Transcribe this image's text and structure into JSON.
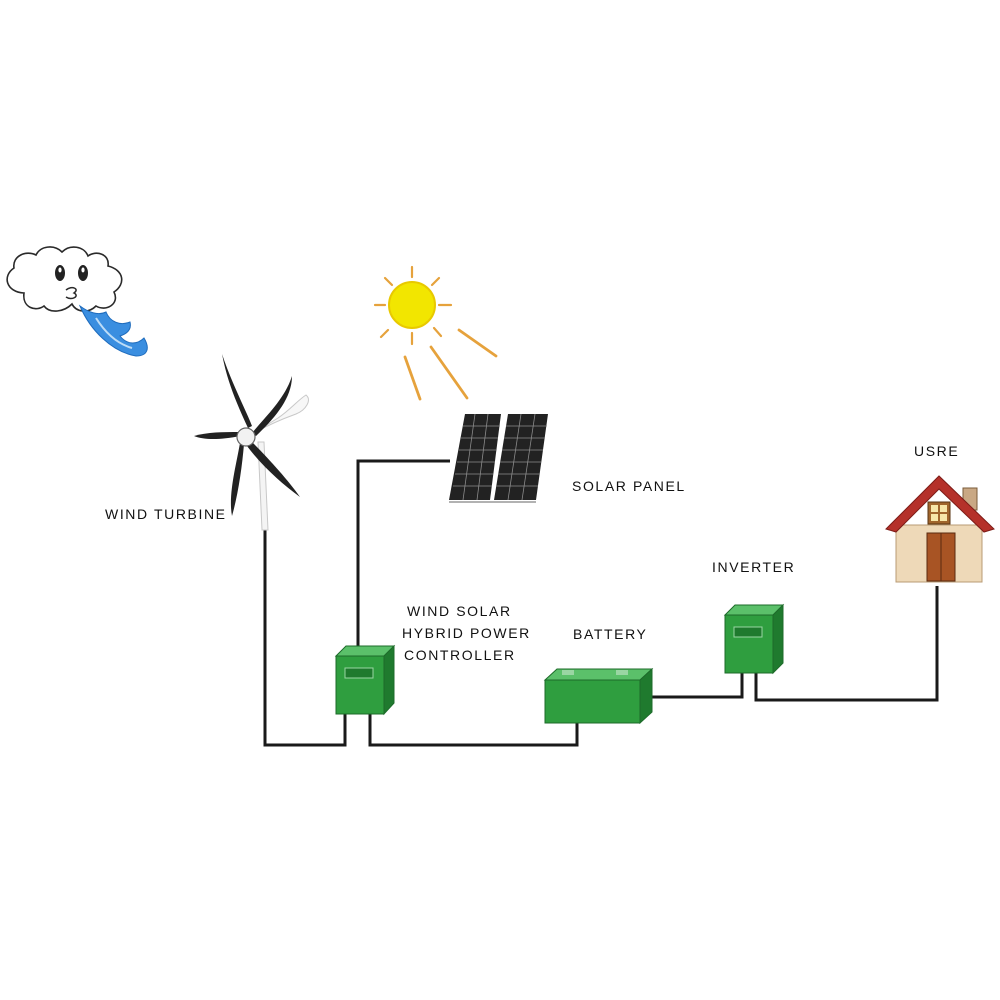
{
  "labels": {
    "wind_turbine": "WIND TURBINE",
    "solar_panel": "SOLAR PANEL",
    "controller_line1": "WIND SOLAR",
    "controller_line2": "HYBRID POWER",
    "controller_line3": "CONTROLLER",
    "battery": "BATTERY",
    "inverter": "INVERTER",
    "user": "USRE"
  },
  "icons": [
    "wind-cloud-icon",
    "sun-icon",
    "wind-turbine-icon",
    "solar-panel-icon",
    "controller-box-icon",
    "battery-icon",
    "inverter-box-icon",
    "house-icon"
  ],
  "colors": {
    "equipment_green": "#2f9e3f",
    "sun_yellow": "#f2e600",
    "sun_ray": "#e6a23c",
    "wind_blue": "#3a8ee0",
    "roof_red": "#b5312a",
    "wall_beige": "#eed9b8",
    "wire": "#1a1a1a"
  }
}
